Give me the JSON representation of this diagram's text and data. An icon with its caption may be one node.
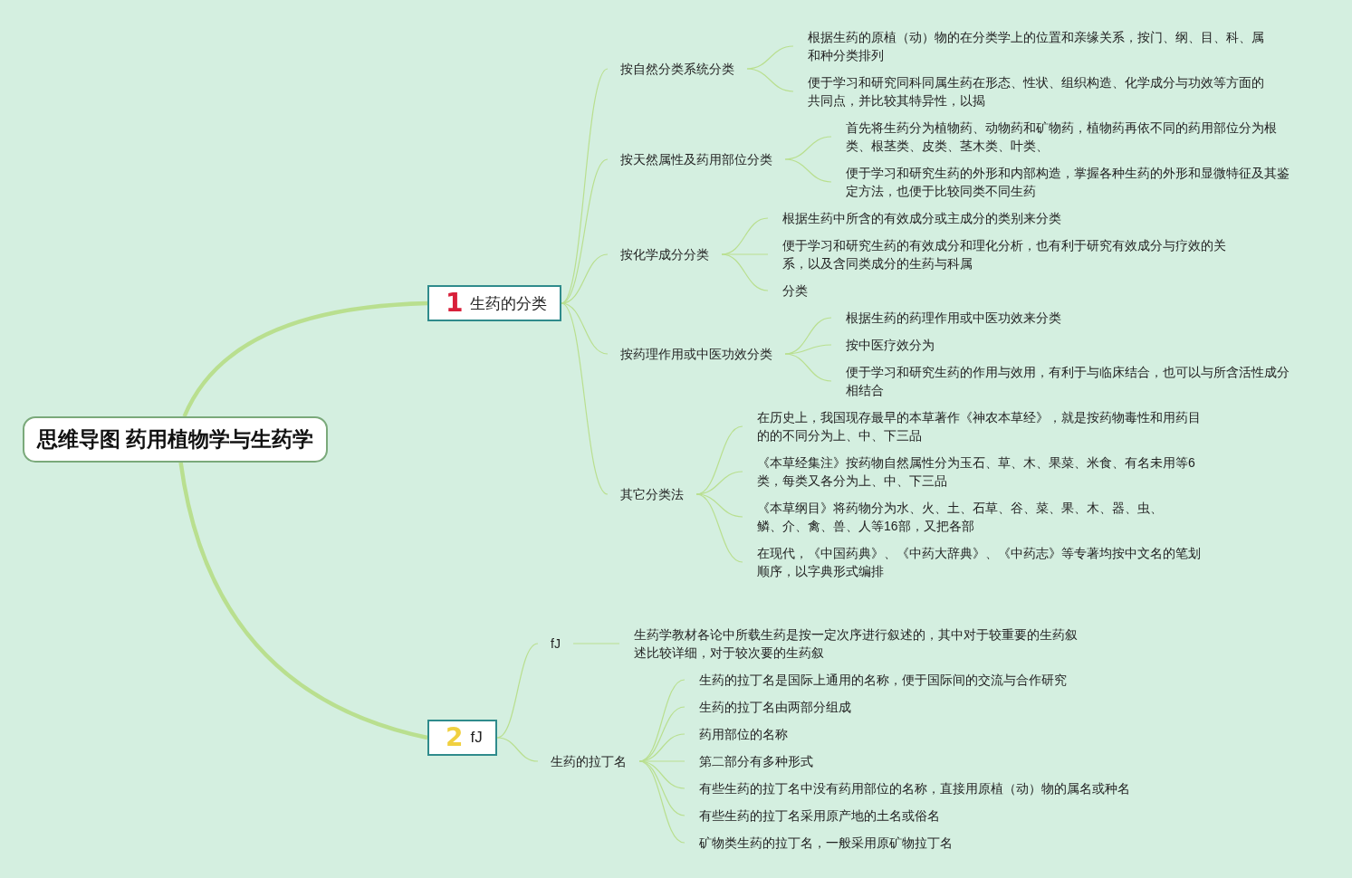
{
  "diagram": {
    "nodes": [
      {
        "text": [
          "思维导图 药用植物学与生药学"
        ]
      },
      {
        "text": [
          "1",
          "生药的分类"
        ]
      },
      {
        "text": [
          "按自然分类系统分类"
        ]
      },
      {
        "text": [
          "根据生药的原植（动）物的在分类学上的位置和亲缘关系，按门、纲、目、科、属和种分类排列"
        ]
      },
      {
        "text": [
          "便于学习和研究同科同属生药在形态、性状、组织构造、化学成分与功效等方面的共同点，并比较其特异性，以揭"
        ]
      },
      {
        "text": [
          "按天然属性及药用部位分类"
        ]
      },
      {
        "text": [
          "首先将生药分为植物药、动物药和矿物药，植物药再依不同的药用部位分为根类、根茎类、皮类、茎木类、叶类、"
        ]
      },
      {
        "text": [
          "便于学习和研究生药的外形和内部构造，掌握各种生药的外形和显微特征及其鉴定方法，也便于比较同类不同生药"
        ]
      },
      {
        "text": [
          "按化学成分分类"
        ]
      },
      {
        "text": [
          "根据生药中所含的有效成分或主成分的类别来分类"
        ]
      },
      {
        "text": [
          "便于学习和研究生药的有效成分和理化分析，也有利于研究有效成分与疗效的关系，以及含同类成分的生药与科属"
        ]
      },
      {
        "text": [
          "分类"
        ]
      },
      {
        "text": [
          "按药理作用或中医功效分类"
        ]
      },
      {
        "text": [
          "根据生药的药理作用或中医功效来分类"
        ]
      },
      {
        "text": [
          "按中医疗效分为"
        ]
      },
      {
        "text": [
          "便于学习和研究生药的作用与效用，有利于与临床结合，也可以与所含活性成分相结合"
        ]
      },
      {
        "text": [
          "其它分类法"
        ]
      },
      {
        "text": [
          "在历史上，我国现存最早的本草著作《神农本草经》，就是按药物毒性和用药目的的不同分为上、中、下三品"
        ]
      },
      {
        "text": [
          "《本草经集注》按药物自然属性分为玉石、草、木、果菜、米食、有名未用等6类，每类又各分为上、中、下三品"
        ]
      },
      {
        "text": [
          "《本草纲目》将药物分为水、火、土、石草、谷、菜、果、木、器、虫、鳞、介、禽、兽、人等16部，又把各部"
        ]
      },
      {
        "text": [
          "在现代，《中国药典》、《中药大辞典》、《中药志》等专著均按中文名的笔划顺序，以字典形式编排"
        ]
      },
      {
        "text": [
          "2",
          "fJ"
        ]
      },
      {
        "text": [
          "fJ"
        ]
      },
      {
        "text": [
          "生药学教材各论中所载生药是按一定次序进行叙述的，其中对于较重要的生药叙述比较详细，对于较次要的生药叙"
        ]
      },
      {
        "text": [
          "生药的拉丁名"
        ]
      },
      {
        "text": [
          "生药的拉丁名是国际上通用的名称，便于国际间的交流与合作研究"
        ]
      },
      {
        "text": [
          "生药的拉丁名由两部分组成"
        ]
      },
      {
        "text": [
          "药用部位的名称"
        ]
      },
      {
        "text": [
          "第二部分有多种形式"
        ]
      },
      {
        "text": [
          "有些生药的拉丁名中没有药用部位的名称，直接用原植（动）物的属名或种名"
        ]
      },
      {
        "text": [
          "有些生药的拉丁名采用原产地的土名或俗名"
        ]
      },
      {
        "text": [
          "矿物类生药的拉丁名，一般采用原矿物拉丁名"
        ]
      }
    ],
    "edges": [
      {
        "from": 0,
        "to": 1,
        "arrow": "none",
        "style": "thick"
      },
      {
        "from": 0,
        "to": 21,
        "arrow": "none",
        "style": "thick"
      },
      {
        "from": 1,
        "to": 2,
        "arrow": "none"
      },
      {
        "from": 1,
        "to": 5,
        "arrow": "none"
      },
      {
        "from": 1,
        "to": 8,
        "arrow": "none"
      },
      {
        "from": 1,
        "to": 12,
        "arrow": "none"
      },
      {
        "from": 1,
        "to": 16,
        "arrow": "none"
      },
      {
        "from": 2,
        "to": 3,
        "arrow": "none"
      },
      {
        "from": 2,
        "to": 4,
        "arrow": "none"
      },
      {
        "from": 5,
        "to": 6,
        "arrow": "none"
      },
      {
        "from": 5,
        "to": 7,
        "arrow": "none"
      },
      {
        "from": 8,
        "to": 9,
        "arrow": "none"
      },
      {
        "from": 8,
        "to": 10,
        "arrow": "none"
      },
      {
        "from": 8,
        "to": 11,
        "arrow": "none"
      },
      {
        "from": 12,
        "to": 13,
        "arrow": "none"
      },
      {
        "from": 12,
        "to": 14,
        "arrow": "none"
      },
      {
        "from": 12,
        "to": 15,
        "arrow": "none"
      },
      {
        "from": 16,
        "to": 17,
        "arrow": "none"
      },
      {
        "from": 16,
        "to": 18,
        "arrow": "none"
      },
      {
        "from": 16,
        "to": 19,
        "arrow": "none"
      },
      {
        "from": 16,
        "to": 20,
        "arrow": "none"
      },
      {
        "from": 21,
        "to": 22,
        "arrow": "none"
      },
      {
        "from": 21,
        "to": 24,
        "arrow": "none"
      },
      {
        "from": 22,
        "to": 23,
        "arrow": "none"
      },
      {
        "from": 24,
        "to": 25,
        "arrow": "none"
      },
      {
        "from": 24,
        "to": 26,
        "arrow": "none"
      },
      {
        "from": 24,
        "to": 27,
        "arrow": "none"
      },
      {
        "from": 24,
        "to": 28,
        "arrow": "none"
      },
      {
        "from": 24,
        "to": 29,
        "arrow": "none"
      },
      {
        "from": 24,
        "to": 30,
        "arrow": "none"
      },
      {
        "from": 24,
        "to": 31,
        "arrow": "none"
      }
    ]
  }
}
